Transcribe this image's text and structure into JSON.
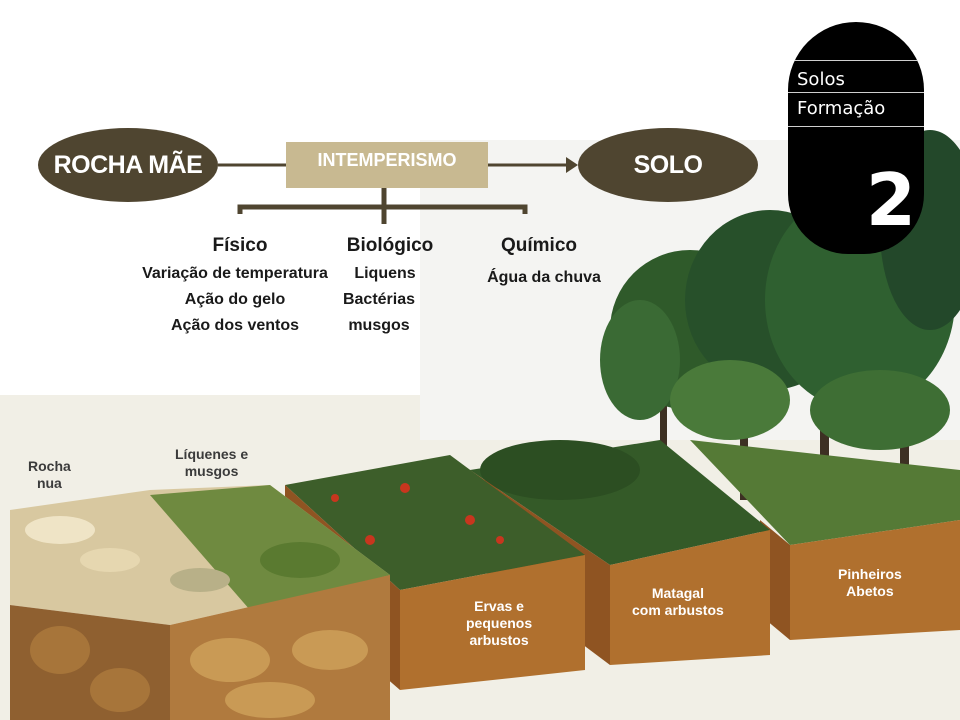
{
  "badge": {
    "line1": "Solos",
    "line2": "Formação",
    "number": "2"
  },
  "diagram": {
    "start": "ROCHA MÃE",
    "process": "INTEMPERISMO",
    "end": "SOLO",
    "columns": [
      {
        "title": "Físico",
        "items": [
          "Variação de temperatura",
          "Ação do gelo",
          "Ação dos ventos"
        ]
      },
      {
        "title": "Biológico",
        "items": [
          "Liquens",
          "Bactérias",
          "musgos"
        ]
      },
      {
        "title": "Químico",
        "items": [
          "Água da chuva"
        ]
      }
    ]
  },
  "illustration": {
    "stages": [
      {
        "lines": [
          "Rocha",
          "nua"
        ]
      },
      {
        "lines": [
          "Líquenes e",
          "musgos"
        ]
      },
      {
        "lines": [
          "Ervas e",
          "pequenos",
          "arbustos"
        ]
      },
      {
        "lines": [
          "Matagal",
          "com arbustos"
        ]
      },
      {
        "lines": [
          "Pinheiros",
          "Abetos"
        ]
      }
    ]
  },
  "colors": {
    "oval": "#4f4530",
    "process_box": "#c8b991",
    "soil": "#b0702e",
    "badge": "#000000"
  }
}
